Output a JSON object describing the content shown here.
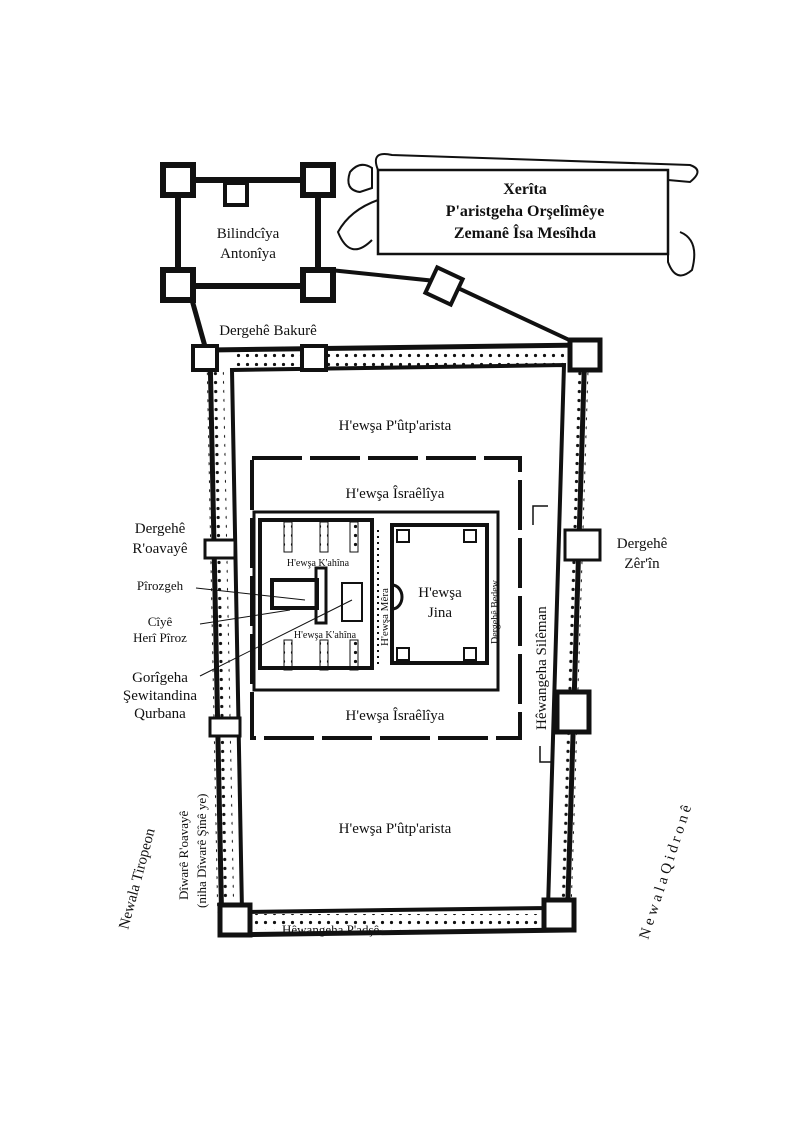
{
  "title": {
    "line1": "Xerîta",
    "line2": "P'aristgeha Orşelîmêye",
    "line3": "Zemanê Îsa Mesîhda"
  },
  "labels": {
    "antonia_1": "Bilindcîya",
    "antonia_2": "Antonîya",
    "sheep_gate": "Dergehê Bakurê",
    "outer_court_top": "H'ewşa P'ûtp'arista",
    "outer_court_bottom": "H'ewşa P'ûtp'arista",
    "israel_court_top": "H'ewşa Îsraêlîya",
    "israel_court_bottom": "H'ewşa Îsraêlîya",
    "west_gate_1": "Dergehê",
    "west_gate_2": "R'oavayê",
    "east_gate_1": "Dergehê",
    "east_gate_2": "Zêr'în",
    "temple": "Pîrozgeh",
    "holy_1": "Cîyê",
    "holy_2": "Herî Pîroz",
    "altar_1": "Gorîgeha",
    "altar_2": "Şewitandina",
    "altar_3": "Qurbana",
    "priests_top": "H'ewşa K'ahîna",
    "priests_bottom": "H'ewşa K'ahîna",
    "men_court": "H'ewşa Mêra",
    "women_1": "H'ewşa",
    "women_2": "Jina",
    "beautiful_gate": "Dergehê Bedew",
    "solomon_porch": "Hêwangeha Silêman",
    "royal_porch": "Hêwangeha P'adşê",
    "kidron": "N e w a l a   Q i d r o n ê",
    "tyropoeon": "Newala Tiropeon",
    "west_wall_1": "Dîwarê R'oavayê",
    "west_wall_2": "(niha Dîwarê Şînê ye)"
  }
}
